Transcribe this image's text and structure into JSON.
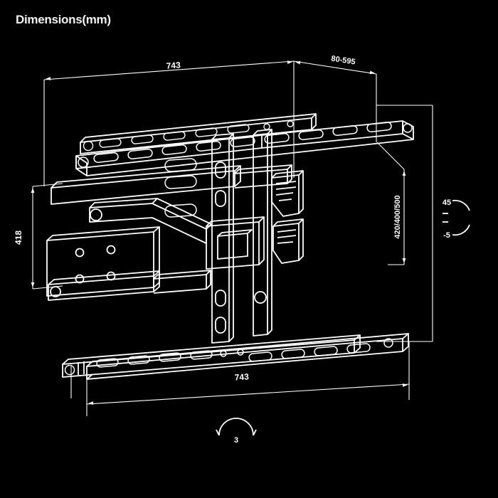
{
  "title": "Dimensions(mm)",
  "units": "mm",
  "colors": {
    "background": "#000000",
    "line": "#ffffff",
    "text": "#ffffff"
  },
  "drawing": {
    "name": "tv-wall-mount-bracket",
    "projection": "oblique",
    "description": "Full-motion articulating TV wall mount bracket shown with extension arms, wall rails, and VESA mounting plate"
  },
  "dimensions": {
    "top_width": "743",
    "top_right_depth": "80-595",
    "left_height": "418",
    "right_height": "420/400/500",
    "right_upper": "45",
    "right_lower": "-5",
    "bottom_width": "743",
    "bottom_angle": "3"
  },
  "labels": [
    {
      "id": "top-width",
      "text": "743",
      "kind": "linear"
    },
    {
      "id": "top-right-depth",
      "text": "80-595",
      "kind": "linear"
    },
    {
      "id": "left-height",
      "text": "418",
      "kind": "linear"
    },
    {
      "id": "right-height",
      "text": "420/400/500",
      "kind": "linear"
    },
    {
      "id": "right-upper",
      "text": "45",
      "kind": "angle"
    },
    {
      "id": "right-lower",
      "text": "-5",
      "kind": "angle"
    },
    {
      "id": "bottom-width",
      "text": "743",
      "kind": "linear"
    },
    {
      "id": "bottom-angle",
      "text": "3",
      "kind": "angle"
    }
  ]
}
